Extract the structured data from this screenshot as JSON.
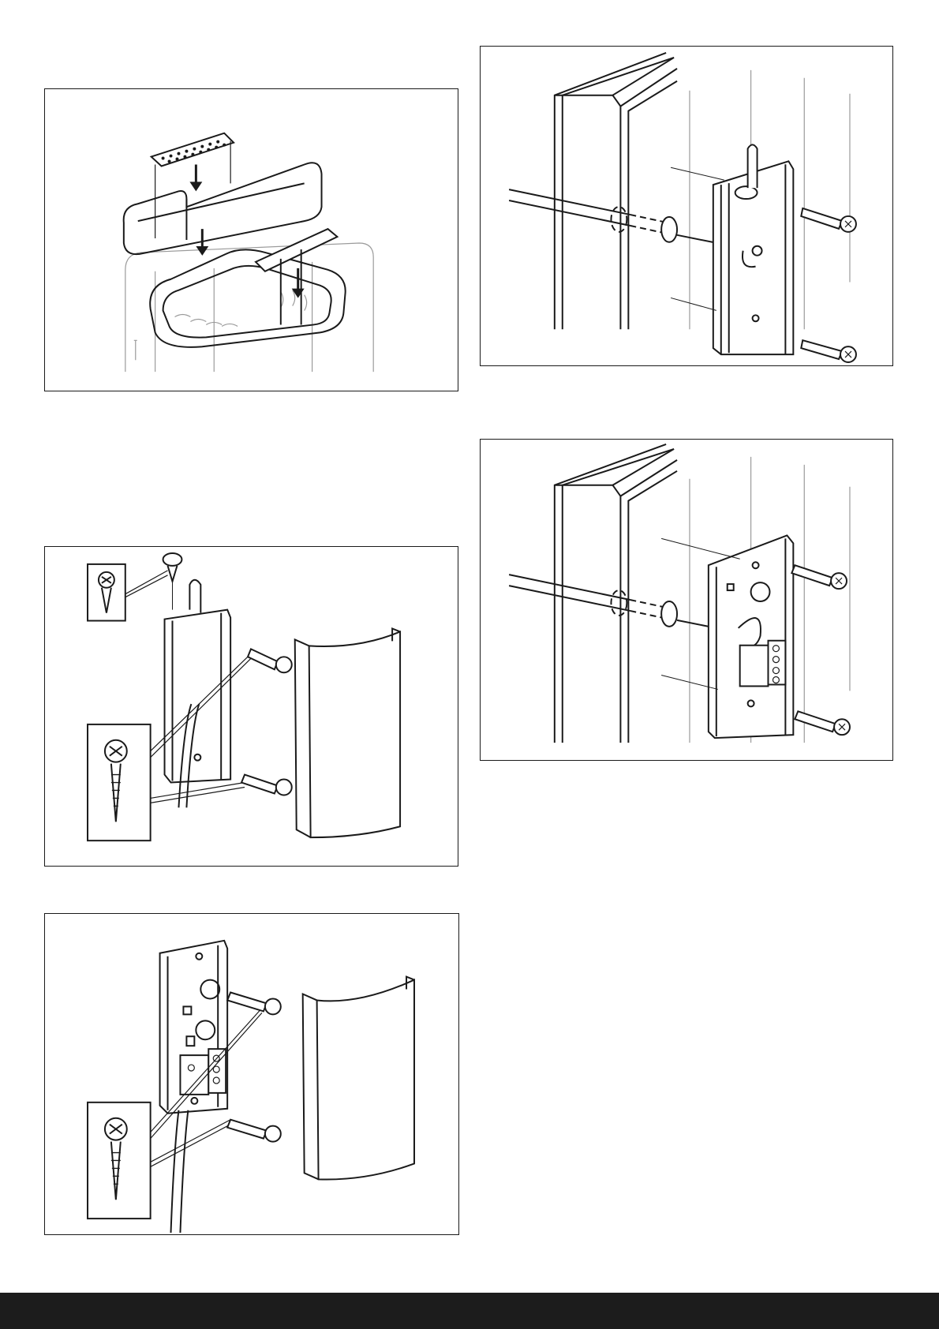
{
  "page": {
    "footer_color": "#1c1c1c",
    "line_color": "#1a1a1a",
    "secondary_line_color": "#9a9a9a"
  },
  "figures": [
    {
      "id": "heater-top-assembly",
      "depicts": "heater-top-icon"
    },
    {
      "id": "bracket-mounting",
      "depicts": "wall-bracket-icon"
    },
    {
      "id": "cover-with-screw-detail",
      "depicts": "screw-icon"
    },
    {
      "id": "control-board-mounting",
      "depicts": "circuit-board-icon"
    },
    {
      "id": "cover-with-board-and-screws",
      "depicts": "cover-icon"
    }
  ]
}
